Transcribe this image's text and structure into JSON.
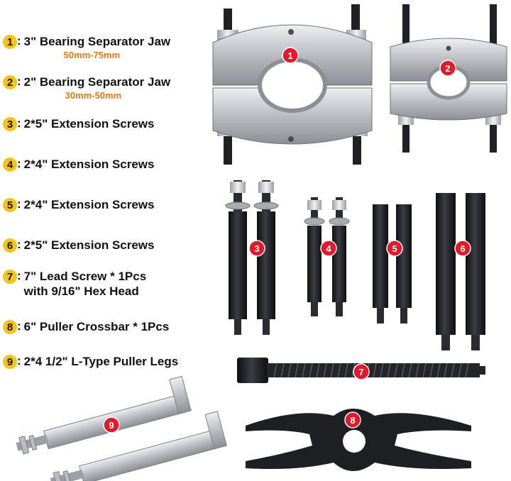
{
  "items": [
    {
      "num": "1",
      "text": "3\" Bearing Separator Jaw",
      "sub": "50mm-75mm"
    },
    {
      "num": "2",
      "text": "2\" Bearing Separator Jaw",
      "sub": "30mm-50mm"
    },
    {
      "num": "3",
      "text": "2*5\" Extension Screws"
    },
    {
      "num": "4",
      "text": "2*4\" Extension Screws"
    },
    {
      "num": "5",
      "text": "2*4\" Extension Screws"
    },
    {
      "num": "6",
      "text": "2*5\" Extension Screws"
    },
    {
      "num": "7",
      "text": "7\" Lead Screw * 1Pcs",
      "text2": "with 9/16\" Hex Head"
    },
    {
      "num": "8",
      "text": "6\" Puller Crossbar * 1Pcs"
    },
    {
      "num": "9",
      "text": "2*4 1/2\" L-Type Puller Legs"
    }
  ],
  "badges": [
    "1",
    "2",
    "3",
    "4",
    "5",
    "6",
    "7",
    "8",
    "9"
  ],
  "colors": {
    "badge": "#e3192b",
    "bullet": "#f6c21c",
    "sub": "#e07b1a",
    "steel": "#c9ccd0",
    "black": "#1d1f22"
  }
}
